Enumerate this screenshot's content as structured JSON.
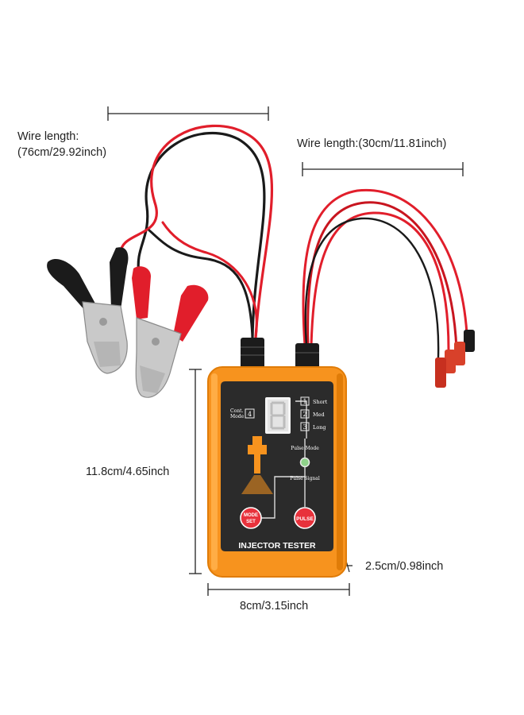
{
  "annotations": {
    "long_wire_line1": "Wire length:",
    "long_wire_line2": "(76cm/29.92inch)",
    "short_wire": "Wire length:(30cm/11.81inch)",
    "height": "11.8cm/4.65inch",
    "width": "8cm/3.15inch",
    "depth": "2.5cm/0.98inch"
  },
  "device": {
    "title": "INJECTOR TESTER",
    "display_digit": "8",
    "cont_mode_line1": "Cont.",
    "cont_mode_line2": "Mode",
    "cont_mode_num": "4",
    "modes": [
      {
        "num": "1",
        "label": "Short"
      },
      {
        "num": "2",
        "label": "Med"
      },
      {
        "num": "3",
        "label": "Long"
      }
    ],
    "pulse_mode_label": "Pulse Mode",
    "pulse_signal_label": "Pulse Signal",
    "mode_button_line1": "MODE",
    "mode_button_line2": "SET",
    "pulse_button": "PULSE"
  },
  "colors": {
    "housing_orange": "#f7931e",
    "panel_black": "#2b2b2b",
    "wire_red": "#e11e2b",
    "wire_black": "#1a1a1a",
    "button_red": "#e8323c"
  }
}
